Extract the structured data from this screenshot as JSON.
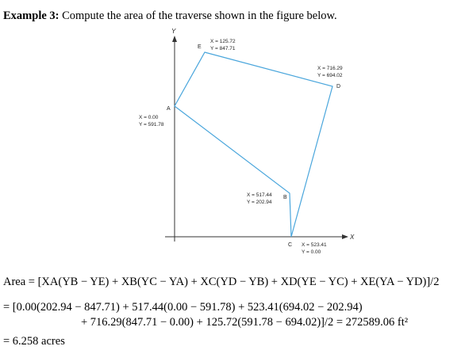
{
  "heading": {
    "label": "Example 3:",
    "text": " Compute the area of the traverse shown in the figure below."
  },
  "figure": {
    "axis_y": "Y",
    "axis_x": "X",
    "points": [
      {
        "name": "A",
        "x_label": "X = 0.00",
        "y_label": "Y = 591.78"
      },
      {
        "name": "B",
        "x_label": "X = 517.44",
        "y_label": "Y = 202.94"
      },
      {
        "name": "C",
        "x_label": "X = 523.41",
        "y_label": "Y = 0.00"
      },
      {
        "name": "D",
        "x_label": "X = 716.29",
        "y_label": "Y = 694.02"
      },
      {
        "name": "E",
        "x_label": "X = 125.72",
        "y_label": "Y = 847.71"
      }
    ],
    "line_color": "#4aa6dc"
  },
  "equations": {
    "line1": "Area = [XA(YB − YE) + XB(YC − YA) + XC(YD − YB) + XD(YE − YC) + XE(YA − YD)]/2",
    "line2": "= [0.00(202.94 − 847.71) + 517.44(0.00 − 591.78) + 523.41(694.02 − 202.94)",
    "line3": "+ 716.29(847.71 − 0.00) + 125.72(591.78 − 694.02)]/2 = 272589.06 ft²",
    "line4": "= 6.258 acres"
  }
}
